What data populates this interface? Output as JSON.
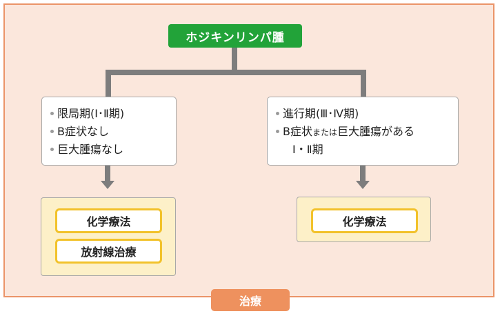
{
  "title": "ホジキンリンパ腫",
  "left_branch": {
    "conditions": [
      "限局期(Ⅰ･Ⅱ期)",
      "B症状なし",
      "巨大腫瘍なし"
    ],
    "treatments": [
      "化学療法",
      "放射線治療"
    ]
  },
  "right_branch": {
    "condition_1": "進行期(Ⅲ･Ⅳ期)",
    "condition_2_prefix": "B症状",
    "condition_2_small": "または",
    "condition_2_suffix": "巨大腫瘍がある",
    "condition_2_cont": "Ⅰ・Ⅱ期",
    "treatments": [
      "化学療法"
    ]
  },
  "footer_label": "治療",
  "colors": {
    "title_bg": "#22a339",
    "frame_bg": "#fbe7dc",
    "frame_border": "#eb9468",
    "treatment_bg": "#fdf0c8",
    "treatment_border": "#f2c22b",
    "label_bg": "#ee915e",
    "connector": "#7d7d7d"
  }
}
